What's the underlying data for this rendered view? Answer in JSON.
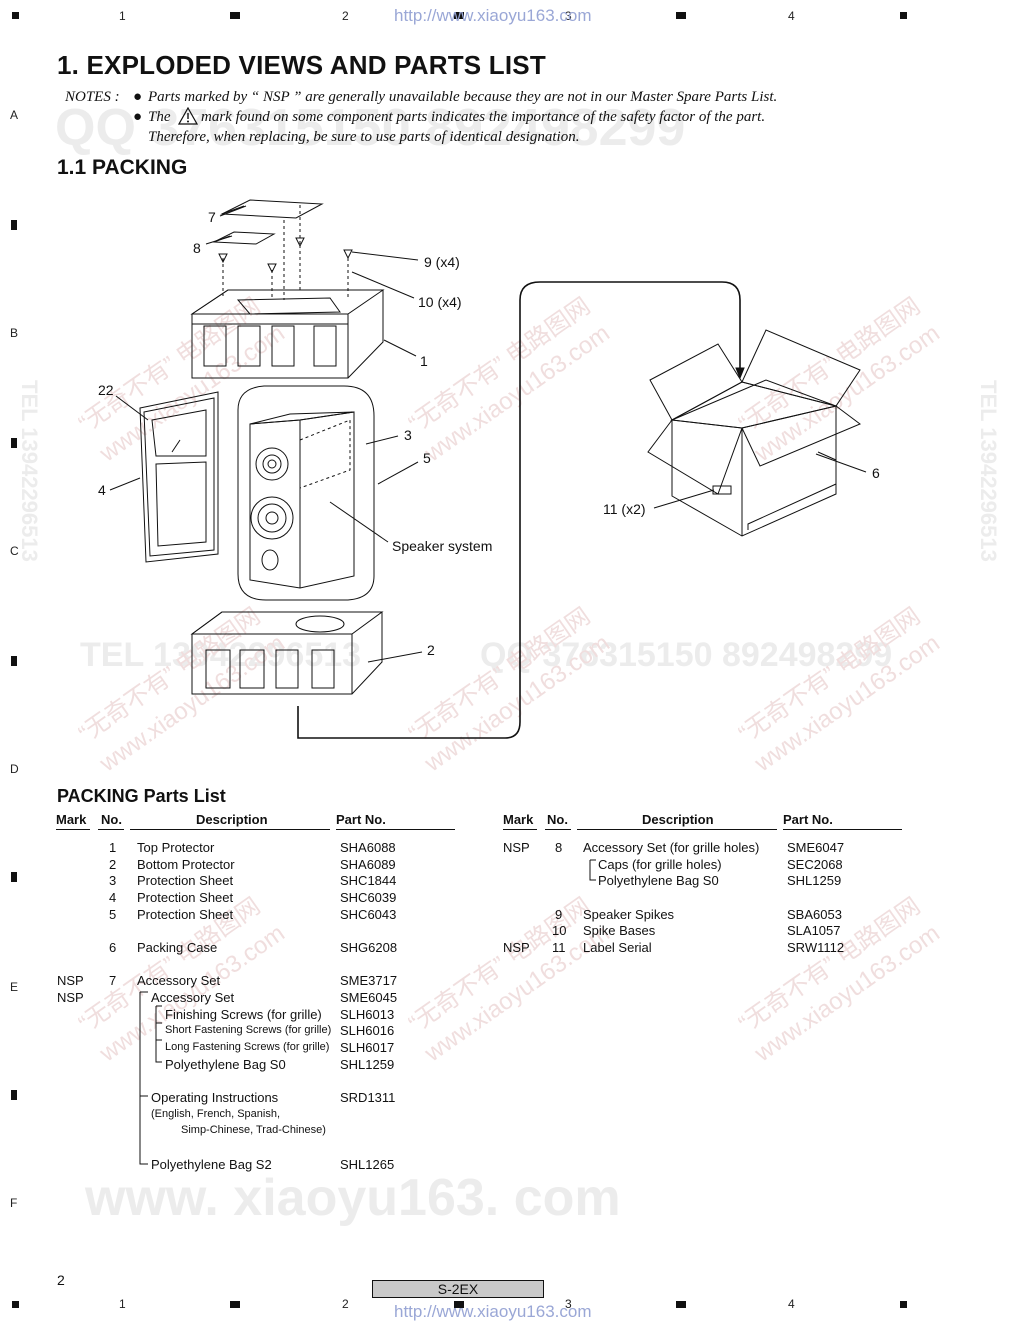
{
  "header": {
    "grid_numbers": [
      "1",
      "2",
      "3",
      "4"
    ],
    "url": "http://www.xiaoyu163.com",
    "side_letters": [
      "A",
      "B",
      "C",
      "D",
      "E",
      "F"
    ]
  },
  "title": "1. EXPLODED VIEWS AND PARTS LIST",
  "notes": {
    "label": "NOTES :",
    "bullet": "●",
    "line1": "Parts marked by “ NSP ” are generally unavailable because they are not in our Master Spare Parts List.",
    "line2_pre": "The",
    "line2_post": "mark found on some component parts indicates the importance of the safety factor of the part.",
    "line3": "Therefore, when  replacing, be sure to use parts of identical designation."
  },
  "section_title": "1.1 PACKING",
  "diagram": {
    "callouts": {
      "c7": "7",
      "c8": "8",
      "c9": "9 (x4)",
      "c10": "10 (x4)",
      "c1": "1",
      "c22": "22",
      "c3": "3",
      "c5": "5",
      "c4": "4",
      "speaker": "Speaker system",
      "c2": "2",
      "c6": "6",
      "c11": "11 (x2)"
    }
  },
  "watermarks": {
    "qq": "QQ 376315150  892498299",
    "tel": "TEL 13942296513",
    "site": "www. xiaoyu163. com",
    "cn": "“无奇不有” 电路图网",
    "www": "www.xiaoyu163.com"
  },
  "parts_list": {
    "title": "PACKING Parts List",
    "headers": {
      "mark": "Mark",
      "no": "No.",
      "desc": "Description",
      "part": "Part No."
    },
    "left": {
      "r1": {
        "mark": "",
        "no": "1",
        "desc": "Top Protector",
        "part": "SHA6088"
      },
      "r2": {
        "mark": "",
        "no": "2",
        "desc": "Bottom Protector",
        "part": "SHA6089"
      },
      "r3": {
        "mark": "",
        "no": "3",
        "desc": "Protection Sheet",
        "part": "SHC1844"
      },
      "r4": {
        "mark": "",
        "no": "4",
        "desc": "Protection Sheet",
        "part": "SHC6039"
      },
      "r5": {
        "mark": "",
        "no": "5",
        "desc": "Protection Sheet",
        "part": "SHC6043"
      },
      "r6": {
        "mark": "",
        "no": "6",
        "desc": "Packing Case",
        "part": "SHG6208"
      },
      "r7": {
        "mark": "NSP",
        "no": "7",
        "desc": "Accessory Set",
        "part": "SME3717"
      },
      "r7a": {
        "mark": "NSP",
        "desc": "Accessory Set",
        "part": "SME6045"
      },
      "r7a1": {
        "desc": "Finishing Screws (for grille)",
        "part": "SLH6013"
      },
      "r7a2": {
        "desc": "Short Fastening Screws (for grille)",
        "part": "SLH6016"
      },
      "r7a3": {
        "desc": "Long Fastening Screws (for grille)",
        "part": "SLH6017"
      },
      "r7a4": {
        "desc": "Polyethylene Bag S0",
        "part": "SHL1259"
      },
      "r7b": {
        "desc": "Operating Instructions",
        "part": "SRD1311",
        "note1": "(English, French, Spanish,",
        "note2": "Simp-Chinese, Trad-Chinese)"
      },
      "r7c": {
        "desc": "Polyethylene Bag S2",
        "part": "SHL1265"
      }
    },
    "right": {
      "r8": {
        "mark": "NSP",
        "no": "8",
        "desc": "Accessory Set (for grille holes)",
        "part": "SME6047"
      },
      "r8a": {
        "desc": "Caps (for grille holes)",
        "part": "SEC2068"
      },
      "r8b": {
        "desc": "Polyethylene Bag S0",
        "part": "SHL1259"
      },
      "r9": {
        "mark": "",
        "no": "9",
        "desc": "Speaker Spikes",
        "part": "SBA6053"
      },
      "r10": {
        "mark": "",
        "no": "10",
        "desc": "Spike Bases",
        "part": "SLA1057"
      },
      "r11": {
        "mark": "NSP",
        "no": "11",
        "desc": "Label Serial",
        "part": "SRW1112"
      }
    }
  },
  "footer": {
    "page": "2",
    "model": "S-2EX"
  }
}
